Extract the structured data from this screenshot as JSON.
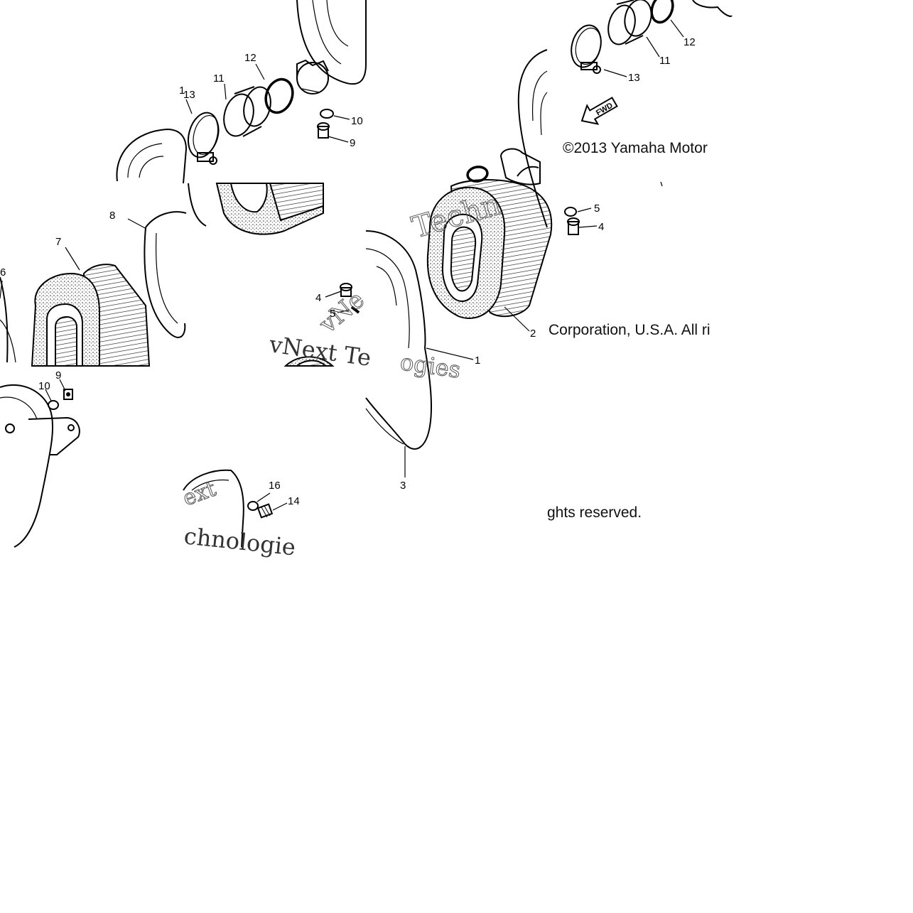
{
  "callouts": {
    "tl_13": "13",
    "tl_1": "1",
    "tl_11": "11",
    "tl_12": "12",
    "tl_10": "10",
    "tl_9": "9",
    "tl_8": "8",
    "tl_7": "7",
    "tl_6": "6",
    "bl_10": "10",
    "bl_9": "9",
    "bm_16": "16",
    "bm_14": "14",
    "c_4": "4",
    "c_5": "5",
    "tr_13": "13",
    "tr_11": "11",
    "tr_12": "12",
    "r_5": "5",
    "r_4": "4",
    "r_2": "2",
    "r_1": "1",
    "r_3": "3"
  },
  "fwd_label": "FWD",
  "copyright": {
    "line1": "©2013 Yamaha Motor",
    "line2": "Corporation, U.S.A. All ri",
    "line3": "ghts reserved."
  },
  "watermark": {
    "t1": "vNext Te",
    "t2": "ogies",
    "t3": "chnologie",
    "t4": "ext",
    "t5": "Techn",
    "t6": "vNe"
  }
}
